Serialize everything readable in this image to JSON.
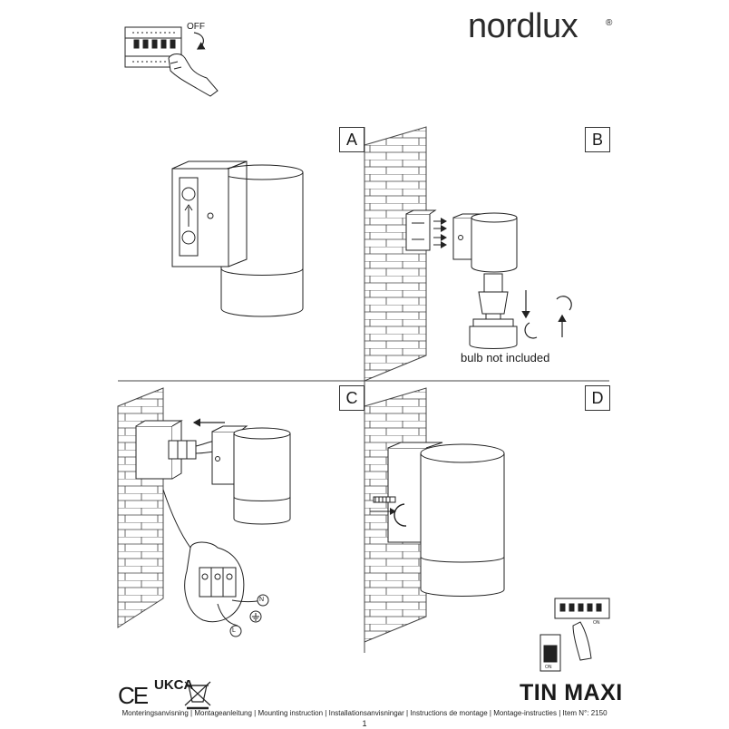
{
  "header": {
    "brand": "nordlux",
    "brand_mark": "®",
    "switch_label": "OFF"
  },
  "panels": {
    "a": {
      "letter": "A"
    },
    "b": {
      "letter": "B",
      "note": "bulb not included"
    },
    "c": {
      "letter": "C",
      "neutral_label": "N",
      "live_label": "L"
    },
    "d": {
      "letter": "D",
      "switch_label": "ON",
      "switch_label_2": "ON"
    }
  },
  "footer": {
    "product_name": "TIN MAXI",
    "cert_ce": "CE",
    "cert_ukca": "UKCA",
    "languages": "Monteringsanvisning | Montageanleitung | Mounting instruction | Installationsanvisningar | Instructions de montage | Montage-instructies | Item N°: 2150",
    "page_number": "1"
  },
  "icons": [
    "fuse-box-icon",
    "hand-icon",
    "brick-wall-icon",
    "lamp-icon",
    "bulb-icon",
    "screw-icon",
    "terminal-block-icon",
    "earth-icon",
    "weee-bin-icon",
    "wall-switch-icon"
  ]
}
